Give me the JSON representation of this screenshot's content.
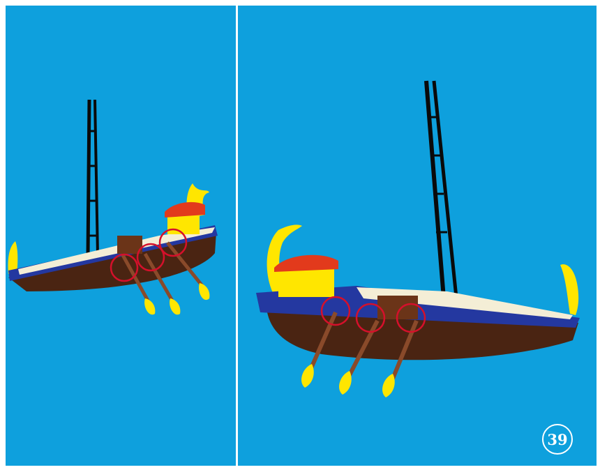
{
  "step": {
    "number": "39"
  },
  "colors": {
    "background": "#0ea0dd",
    "hull_top": "#2438a0",
    "hull_bottom": "#4a2412",
    "deck": "#f4eed6",
    "sail_frame": "#0a0a0a",
    "canopy": "#e23a1c",
    "cabin": "#ffe600",
    "oars": "#8a4a2a",
    "blades": "#ffe600",
    "highlight_circle": "#d5102b"
  },
  "panels": [
    {
      "name": "left",
      "highlight_count": 3,
      "oar_count": 3
    },
    {
      "name": "right",
      "highlight_count": 3,
      "oar_count": 3
    }
  ]
}
